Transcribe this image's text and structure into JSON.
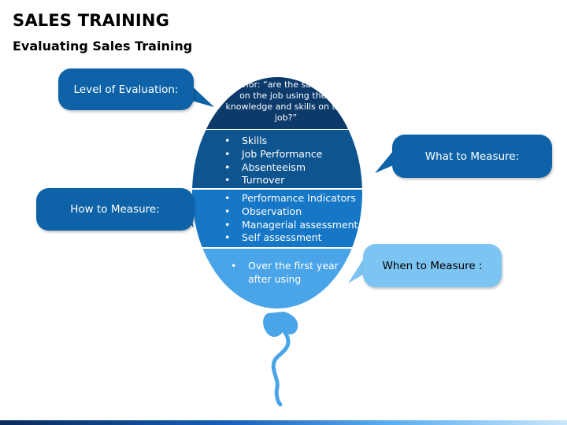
{
  "header": {
    "title": "SALES TRAINING",
    "subtitle": "Evaluating Sales Training"
  },
  "balloon": {
    "behavior_text": "Behavior: “are the salespeople on the job using their knowledge and skills on the job?”",
    "what_items": [
      "Skills",
      "Job Performance",
      "Absenteeism",
      "Turnover"
    ],
    "how_items": [
      "Performance Indicators",
      "Observation",
      "Managerial assessment",
      "Self assessment"
    ],
    "when_items": [
      "Over the first year after using"
    ]
  },
  "callouts": {
    "level": "Level of Evaluation:",
    "what": "What to Measure:",
    "how": "How to Measure:",
    "when": "When to Measure :"
  },
  "colors": {
    "top_segment": "#0b3a6b",
    "second_segment": "#0e5590",
    "third_segment": "#1577c5",
    "bottom_segment": "#4aa5e8",
    "dark_callout": "#0e63a8",
    "light_callout": "#7cc4f2"
  }
}
